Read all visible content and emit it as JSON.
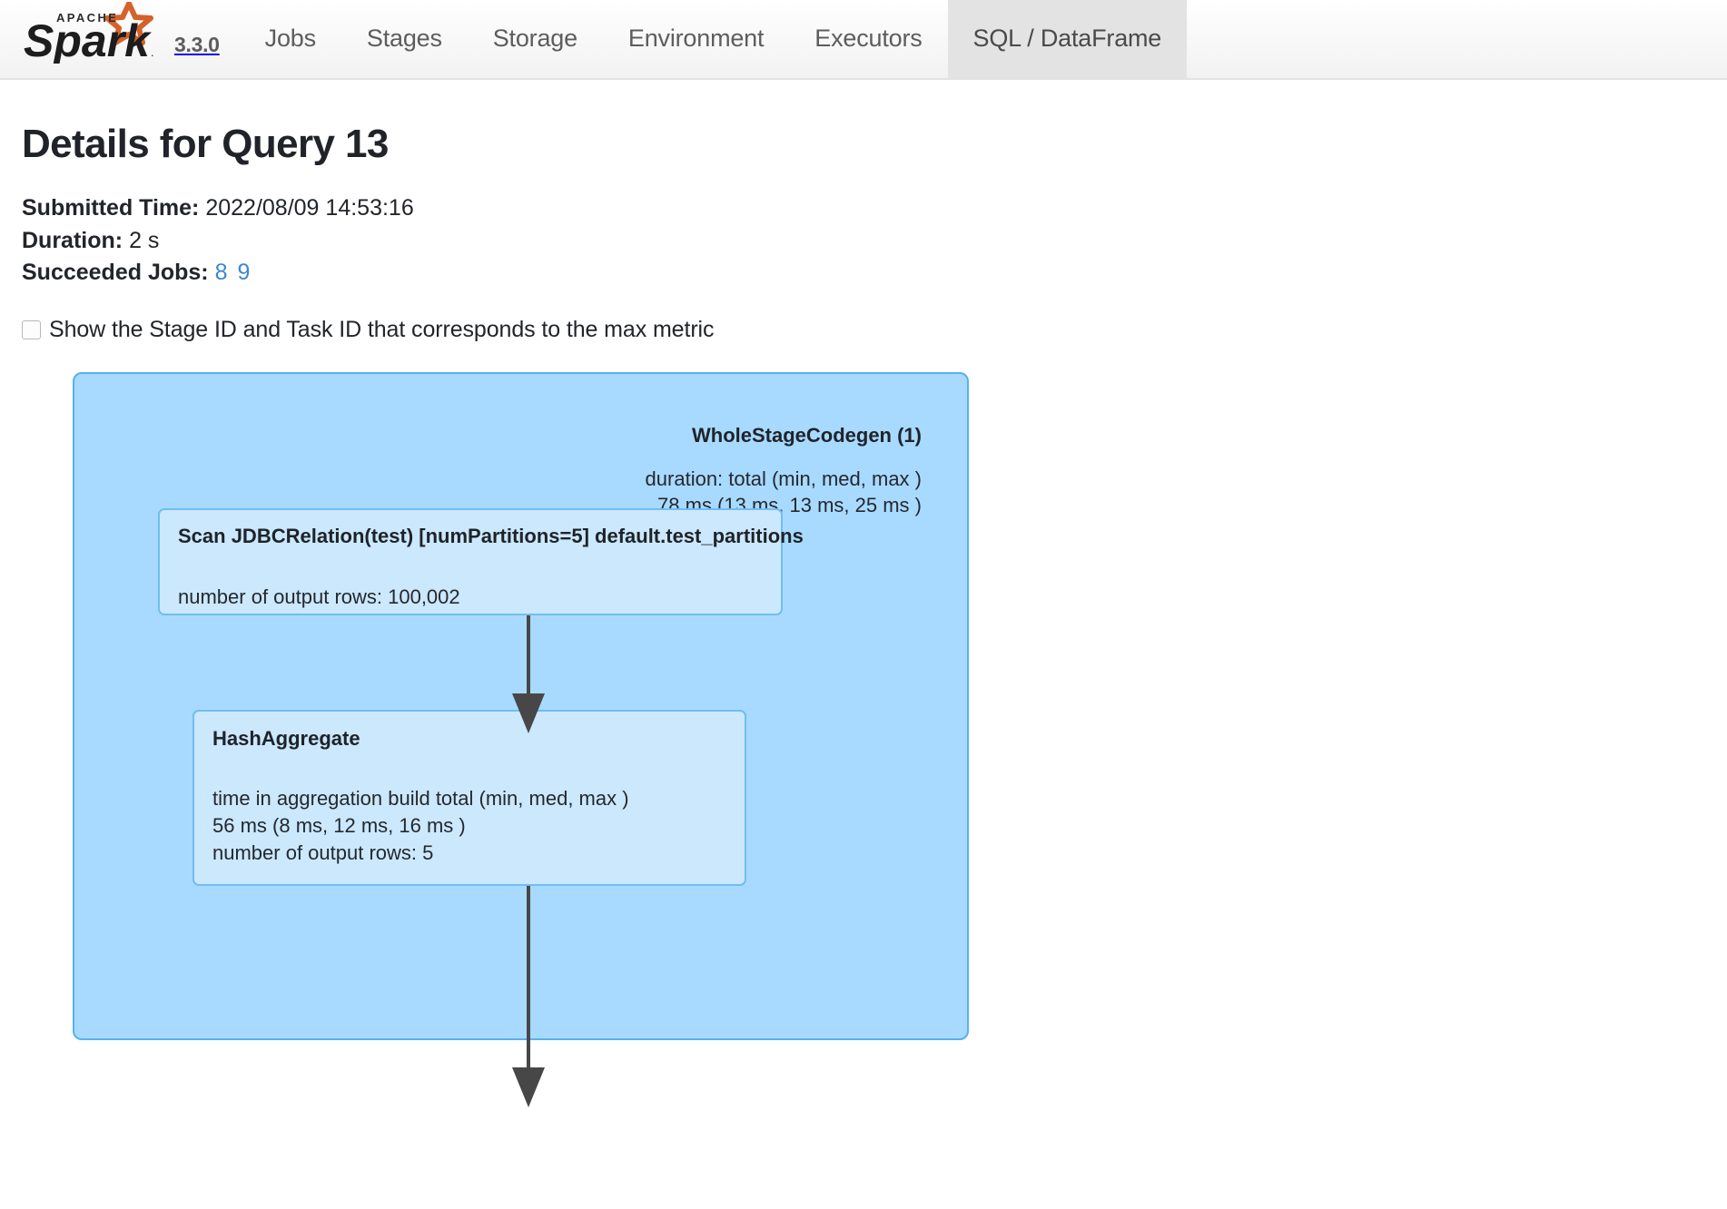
{
  "navbar": {
    "brand_name": "Apache Spark",
    "brand_sub": "APACHE",
    "brand_main": "Spark",
    "version": "3.3.0",
    "tabs": [
      {
        "label": "Jobs",
        "active": false
      },
      {
        "label": "Stages",
        "active": false
      },
      {
        "label": "Storage",
        "active": false
      },
      {
        "label": "Environment",
        "active": false
      },
      {
        "label": "Executors",
        "active": false
      },
      {
        "label": "SQL / DataFrame",
        "active": true
      }
    ]
  },
  "page": {
    "title": "Details for Query 13",
    "submitted_time_label": "Submitted Time:",
    "submitted_time_value": "2022/08/09 14:53:16",
    "duration_label": "Duration:",
    "duration_value": "2 s",
    "succeeded_jobs_label": "Succeeded Jobs:",
    "succeeded_jobs": [
      "8",
      "9"
    ],
    "show_ids_checkbox_label": "Show the Stage ID and Task ID that corresponds to the max metric",
    "show_ids_checked": false
  },
  "plan": {
    "cluster": {
      "title": "WholeStageCodegen (1)",
      "metric_header": "duration: total (min, med, max )",
      "metric_value": "78 ms (13 ms, 13 ms, 25 ms )"
    },
    "nodes": [
      {
        "id": "scan",
        "title": "Scan JDBCRelation(test) [numPartitions=5] default.test_partitions",
        "metrics": [
          "number of output rows: 100,002"
        ]
      },
      {
        "id": "hashaggregate",
        "title": "HashAggregate",
        "metrics": [
          "time in aggregation build total (min, med, max )",
          "56 ms (8 ms, 12 ms, 16 ms )",
          "number of output rows: 5"
        ]
      }
    ]
  },
  "colors": {
    "cluster_fill": "#a8daff",
    "cluster_border": "#58b0ef",
    "node_fill": "#cbe8fd",
    "node_border": "#72bdf2",
    "link": "#3b87d1",
    "edge": "#474747",
    "active_tab_bg": "#e3e3e3"
  }
}
